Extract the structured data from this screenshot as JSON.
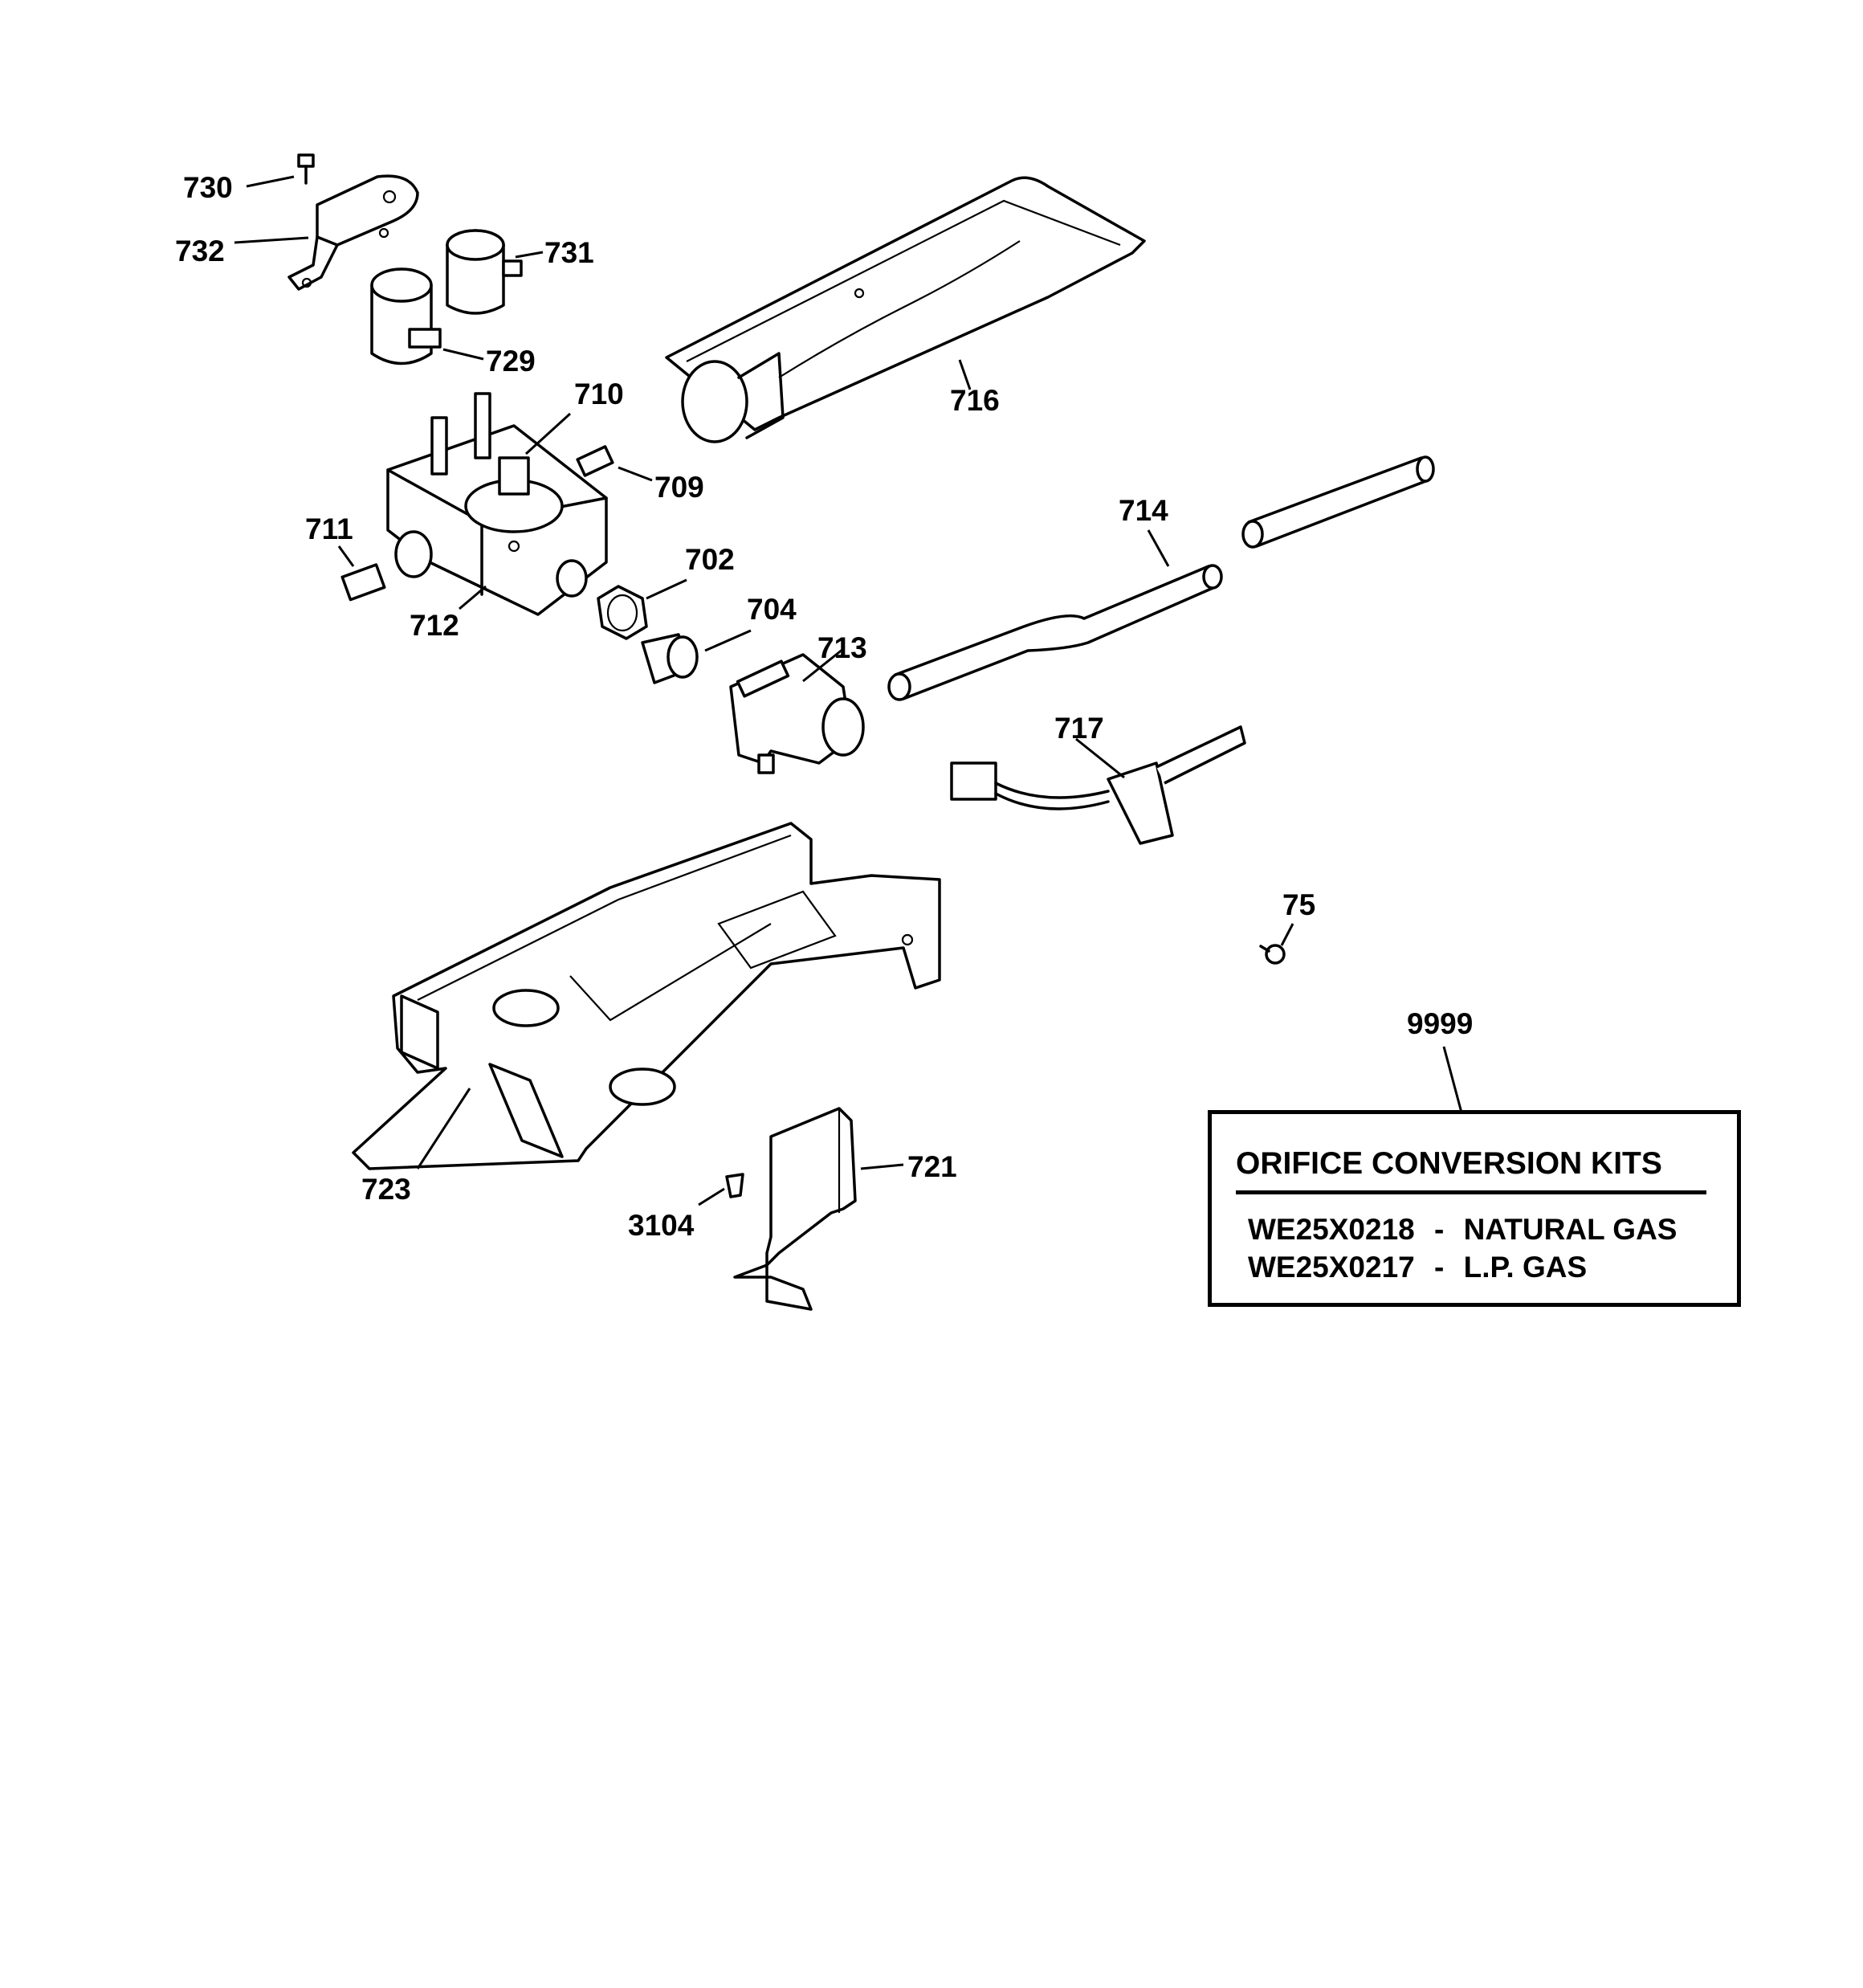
{
  "diagram": {
    "callouts": [
      {
        "id": "730",
        "label": "730"
      },
      {
        "id": "732",
        "label": "732"
      },
      {
        "id": "731",
        "label": "731"
      },
      {
        "id": "729",
        "label": "729"
      },
      {
        "id": "710",
        "label": "710"
      },
      {
        "id": "709",
        "label": "709"
      },
      {
        "id": "716",
        "label": "716"
      },
      {
        "id": "711",
        "label": "711"
      },
      {
        "id": "712",
        "label": "712"
      },
      {
        "id": "702",
        "label": "702"
      },
      {
        "id": "704",
        "label": "704"
      },
      {
        "id": "713",
        "label": "713"
      },
      {
        "id": "714",
        "label": "714"
      },
      {
        "id": "717",
        "label": "717"
      },
      {
        "id": "75",
        "label": "75"
      },
      {
        "id": "9999",
        "label": "9999"
      },
      {
        "id": "723",
        "label": "723"
      },
      {
        "id": "721",
        "label": "721"
      },
      {
        "id": "3104",
        "label": "3104"
      }
    ],
    "kit_box": {
      "title": "ORIFICE CONVERSION KITS",
      "rows": [
        {
          "part": "WE25X0218",
          "separator": "-",
          "desc": "NATURAL GAS"
        },
        {
          "part": "WE25X0217",
          "separator": "-",
          "desc": "L.P. GAS"
        }
      ]
    }
  }
}
